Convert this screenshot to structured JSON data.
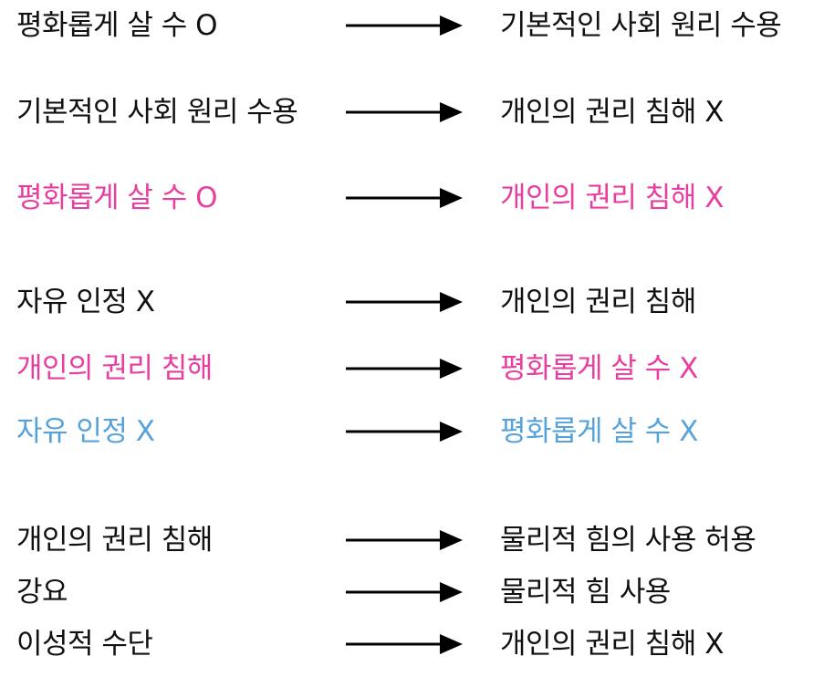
{
  "colors": {
    "black": "#111111",
    "pink": "#e83e9f",
    "blue": "#56a3dc",
    "arrow": "#000000"
  },
  "rows": [
    {
      "premise": "평화롭게 살 수 O",
      "conclusion": "기본적인 사회 원리 수용",
      "premise_color": "black",
      "conclusion_color": "black"
    },
    {
      "premise": "기본적인 사회 원리 수용",
      "conclusion": "개인의 권리 침해 X",
      "premise_color": "black",
      "conclusion_color": "black"
    },
    {
      "premise": "평화롭게 살 수 O",
      "conclusion": "개인의 권리 침해 X",
      "premise_color": "pink",
      "conclusion_color": "pink"
    },
    {
      "premise": "자유 인정 X",
      "conclusion": "개인의 권리 침해",
      "premise_color": "black",
      "conclusion_color": "black"
    },
    {
      "premise": "개인의 권리 침해",
      "conclusion": "평화롭게 살 수 X",
      "premise_color": "pink",
      "conclusion_color": "pink"
    },
    {
      "premise": "자유 인정 X",
      "conclusion": "평화롭게 살 수 X",
      "premise_color": "blue",
      "conclusion_color": "blue"
    },
    {
      "premise": "개인의 권리 침해",
      "conclusion": "물리적 힘의 사용 허용",
      "premise_color": "black",
      "conclusion_color": "black"
    },
    {
      "premise": "강요",
      "conclusion": "물리적 힘 사용",
      "premise_color": "black",
      "conclusion_color": "black"
    },
    {
      "premise": "이성적 수단",
      "conclusion": "개인의 권리 침해 X",
      "premise_color": "black",
      "conclusion_color": "black"
    }
  ]
}
